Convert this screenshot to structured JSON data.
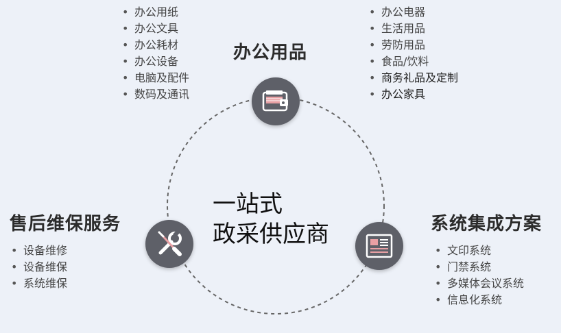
{
  "center": {
    "line1": "一站式",
    "line2": "政采供应商"
  },
  "office_supplies": {
    "title": "办公用品",
    "icon": "wallet-icon",
    "left_items": [
      "办公用纸",
      "办公文具",
      "办公耗材",
      "办公设备",
      "电脑及配件",
      "数码及通讯"
    ],
    "right_items": [
      "办公电器",
      "生活用品",
      "劳防用品",
      "食品/饮料",
      "商务礼品及定制",
      "办公家具"
    ]
  },
  "after_sales": {
    "title": "售后维保服务",
    "icon": "tools-icon",
    "items": [
      "设备维修",
      "设备维保",
      "系统维保"
    ]
  },
  "system_integration": {
    "title": "系统集成方案",
    "icon": "document-icon",
    "items": [
      "文印系统",
      "门禁系统",
      "多媒体会议系统",
      "信息化系统"
    ]
  },
  "colors": {
    "background": "#edf1f8",
    "node": "#5e6068",
    "icon_accent": "#e8a0a4",
    "ring": "#666666"
  }
}
